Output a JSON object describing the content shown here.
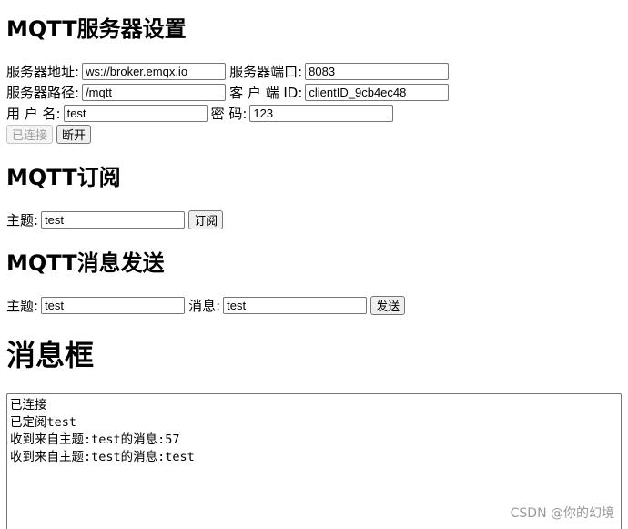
{
  "server": {
    "heading": "MQTT服务器设置",
    "address_label": "服务器地址:",
    "address_value": "ws://broker.emqx.io",
    "port_label": "服务器端口:",
    "port_value": "8083",
    "path_label": "服务器路径:",
    "path_value": "/mqtt",
    "client_id_label": "客 户 端 ID:",
    "client_id_value": "clientID_9cb4ec48",
    "username_label": "用 户 名:",
    "username_value": "test",
    "password_label": "密 码:",
    "password_value": "123",
    "connect_button": "已连接",
    "disconnect_button": "断开"
  },
  "subscribe": {
    "heading": "MQTT订阅",
    "topic_label": "主题:",
    "topic_value": "test",
    "subscribe_button": "订阅"
  },
  "publish": {
    "heading": "MQTT消息发送",
    "topic_label": "主题:",
    "topic_value": "test",
    "message_label": "消息:",
    "message_value": "test",
    "send_button": "发送"
  },
  "messages": {
    "heading": "消息框",
    "content": "已连接\n已定阅test\n收到来自主题:test的消息:57\n收到来自主题:test的消息:test"
  },
  "watermark": "CSDN @你的幻境"
}
